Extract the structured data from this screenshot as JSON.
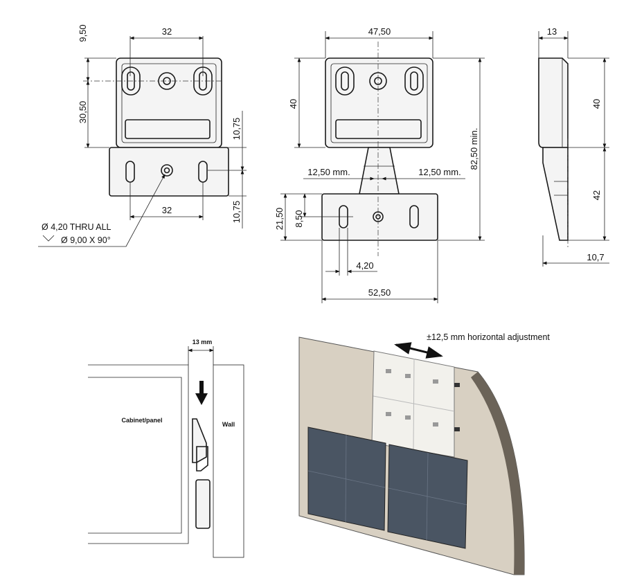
{
  "left_view": {
    "dim_top_offset": "9,50",
    "dim_top_spacing": "32",
    "dim_height": "30,50",
    "dim_plate_upper": "10,75",
    "dim_plate_lower": "10,75",
    "dim_bottom_spacing": "32",
    "callout_line1": "Ø 4,20 THRU ALL",
    "callout_line2": "Ø 9,00 X 90°"
  },
  "front_view": {
    "dim_width": "47,50",
    "dim_height": "40",
    "dim_total": "82,50 min.",
    "dim_adjust_left": "12,50 mm.",
    "dim_adjust_right": "12,50 mm.",
    "dim_plate_height": "21,50",
    "dim_slot_offset": "8,50",
    "dim_slot_width": "4,20",
    "dim_plate_width": "52,50"
  },
  "side_view": {
    "dim_depth": "13",
    "dim_upper_height": "40",
    "dim_lower_height": "42",
    "dim_lower_depth": "10,7"
  },
  "installation_section": {
    "gap_label": "13 mm",
    "cabinet_label": "Cabinet/panel",
    "wall_label": "Wall"
  },
  "installation_3d": {
    "adjustment_label": "±12,5 mm horizontal adjustment"
  },
  "colors": {
    "wall": "#d8d0c2",
    "panel_dark": "#4a5563",
    "panel_white": "#f2f1ec"
  }
}
